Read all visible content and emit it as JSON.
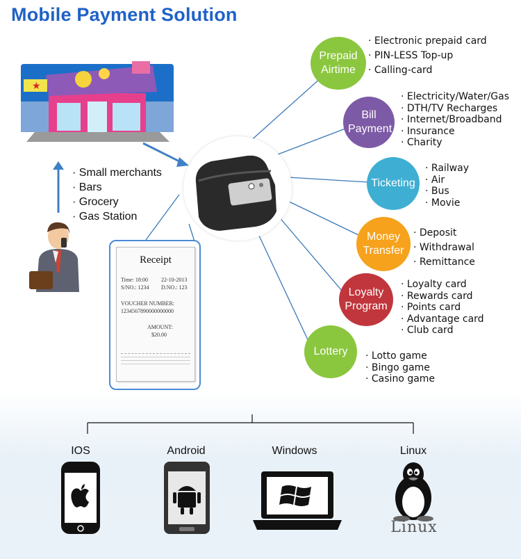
{
  "title": "Mobile Payment Solution",
  "merchants": [
    "Small merchants",
    "Bars",
    "Grocery",
    "Gas Station"
  ],
  "receipt": {
    "title": "Receipt",
    "time": "Time: 18:00",
    "date": "22-10-2013",
    "sno": "S/NO.: 1234",
    "dno": "D.NO.: 123",
    "voucher_label": "VOUCHER NUMBER:",
    "voucher_number": "1234567890000000000",
    "amount_label": "AMOUNT:",
    "amount": "$20.00"
  },
  "services": [
    {
      "label": "Prepaid Airtime",
      "color": "#8bc63f",
      "items": [
        "Electronic prepaid card",
        "PIN-LESS Top-up",
        "Calling-card"
      ]
    },
    {
      "label": "Bill Payment",
      "color": "#7d5aa6",
      "items": [
        "Electricity/Water/Gas",
        "DTH/TV Recharges",
        "Internet/Broadband",
        "Insurance",
        "Charity"
      ]
    },
    {
      "label": "Ticketing",
      "color": "#3eaed3",
      "items": [
        "Railway",
        "Air",
        "Bus",
        "Movie"
      ]
    },
    {
      "label": "Money Transfer",
      "color": "#f7a21c",
      "items": [
        "Deposit",
        "Withdrawal",
        "Remittance"
      ]
    },
    {
      "label": "Loyalty Program",
      "color": "#c0363c",
      "items": [
        "Loyalty card",
        "Rewards card",
        "Points card",
        "Advantage card",
        "Club card"
      ]
    },
    {
      "label": "Lottery",
      "color": "#8bc63f",
      "items": [
        "Lotto game",
        "Bingo game",
        "Casino game"
      ]
    }
  ],
  "platforms": [
    {
      "label": "IOS",
      "icon": "apple-phone-icon"
    },
    {
      "label": "Android",
      "icon": "android-phone-icon"
    },
    {
      "label": "Windows",
      "icon": "windows-laptop-icon"
    },
    {
      "label": "Linux",
      "icon": "linux-penguin-icon",
      "logo_text": "Linux"
    }
  ],
  "colors": {
    "title": "#1f62c6",
    "arrow": "#3f7fc6",
    "connector": "#3a78b8"
  }
}
